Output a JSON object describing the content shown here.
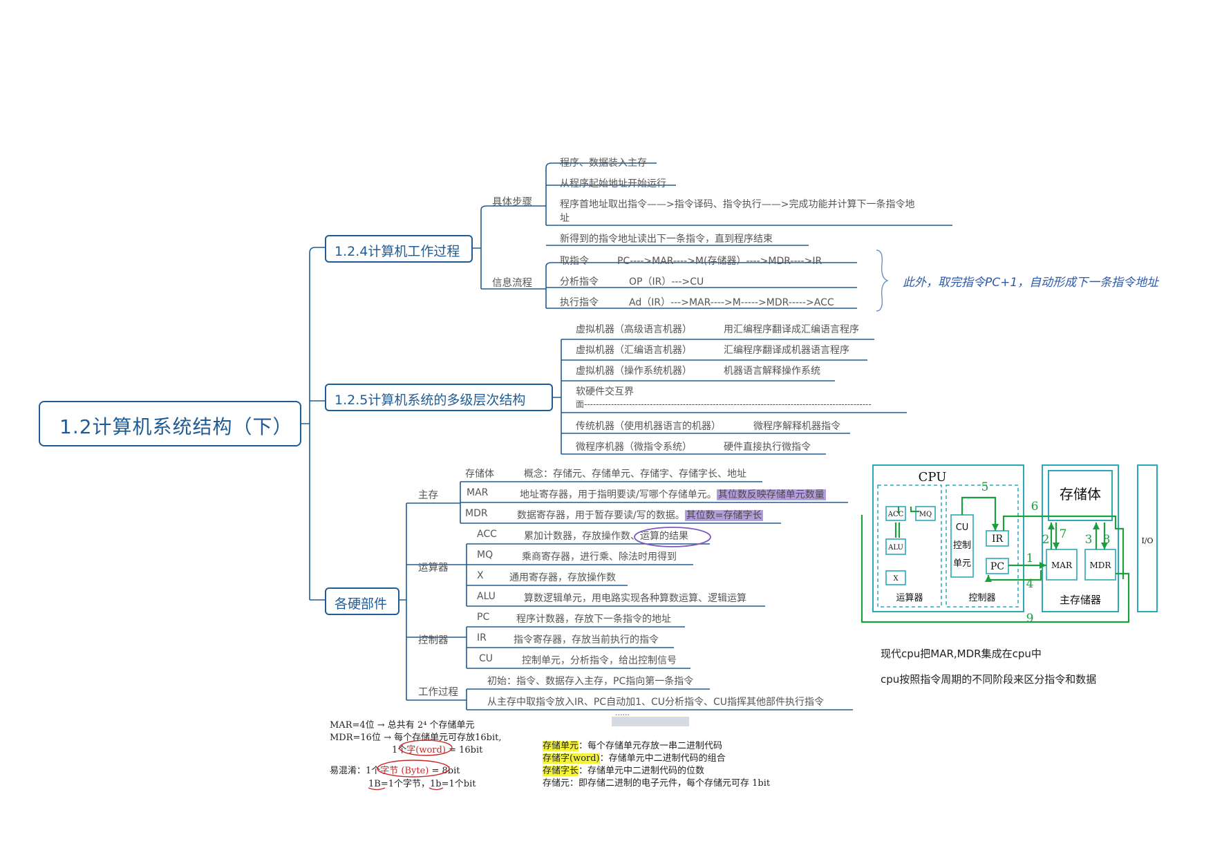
{
  "root": {
    "title": "1.2计算机系统结构（下）"
  },
  "branch_work": {
    "title": "1.2.4计算机工作过程",
    "steps_label": "具体步骤",
    "steps": [
      "程序、数据装入主存",
      "从程序起始地址开始运行",
      "程序首地址取出指令——>指令译码、指令执行——>完成功能并计算下一条指令地",
      "址",
      "新得到的指令地址读出下一条指令，直到程序结束"
    ],
    "flow_label": "信息流程",
    "flow": [
      {
        "name": "取指令",
        "detail": "PC---->MAR---->M(存储器）---->MDR---->IR"
      },
      {
        "name": "分析指令",
        "detail": "OP（IR）--->CU"
      },
      {
        "name": "执行指令",
        "detail": "Ad（IR）--->MAR---->M----->MDR----->ACC"
      }
    ],
    "flow_note": "此外，取完指令PC+1，自动形成下一条指令地址"
  },
  "branch_levels": {
    "title": "1.2.5计算机系统的多级层次结构",
    "rows": [
      {
        "name": "虚拟机器（高级语言机器）",
        "desc": "用汇编程序翻译成汇编语言程序"
      },
      {
        "name": "虚拟机器（汇编语言机器）",
        "desc": "汇编程序翻译成机器语言程序"
      },
      {
        "name": "虚拟机器（操作系统机器）",
        "desc": "机器语言解释操作系统"
      },
      {
        "name": "软硬件交互界",
        "desc": "面------------------------------------------------------------------------------------------------"
      },
      {
        "name": "传统机器（使用机器语言的机器）",
        "desc": "微程序解释机器指令"
      },
      {
        "name": "微程序机器（微指令系统）",
        "desc": "硬件直接执行微指令"
      }
    ]
  },
  "branch_hw": {
    "title": "各硬部件",
    "main_memory": {
      "label": "主存",
      "storage_body": {
        "name": "存储体",
        "desc": "概念：存储元、存储单元、存储字、存储字长、地址"
      },
      "mar": {
        "name": "MAR",
        "desc": "地址寄存器，用于指明要读/写哪个存储单元。",
        "highlight": "其位数反映存储单元数量"
      },
      "mdr": {
        "name": "MDR",
        "desc": "数据寄存器，用于暂存要读/写的数据。",
        "highlight": "其位数=存储字长"
      }
    },
    "alu_unit": {
      "label": "运算器",
      "acc": {
        "name": "ACC",
        "desc": "累加计数器，存放操作数、",
        "circled": "运算的结果"
      },
      "items": [
        {
          "name": "MQ",
          "desc": "乘商寄存器，进行乘、除法时用得到"
        },
        {
          "name": "X",
          "desc": "通用寄存器，存放操作数"
        },
        {
          "name": "ALU",
          "desc": "算数逻辑单元，用电路实现各种算数运算、逻辑运算"
        }
      ]
    },
    "controller": {
      "label": "控制器",
      "items": [
        {
          "name": "PC",
          "desc": "程序计数器，存放下一条指令的地址"
        },
        {
          "name": "IR",
          "desc": "指令寄存器，存放当前执行的指令"
        },
        {
          "name": "CU",
          "desc": "控制单元，分析指令，给出控制信号"
        }
      ]
    },
    "process": {
      "label": "工作过程",
      "items": [
        "初始：指令、数据存入主存，PC指向第一条指令",
        "从主存中取指令放入IR、PC自动加1、CU分析指令、CU指挥其他部件执行指令"
      ],
      "more": "......"
    }
  },
  "diagram": {
    "cpu": "CPU",
    "storage": "存储体",
    "io": "I/O",
    "acc": "ACC",
    "mq": "MQ",
    "alu": "ALU",
    "x": "X",
    "cu_lines": [
      "CU",
      "控制",
      "单元"
    ],
    "ir": "IR",
    "pc": "PC",
    "mar": "MAR",
    "mdr": "MDR",
    "alu_unit": "运算器",
    "controller": "控制器",
    "main_memory": "主存储器",
    "steps": [
      "1",
      "2",
      "3",
      "4",
      "5",
      "6",
      "7",
      "8",
      "9"
    ],
    "colors": {
      "teal": "#2aa7b8",
      "green": "#1b9e3e"
    }
  },
  "captions": [
    "现代cpu把MAR,MDR集成在cpu中",
    "cpu按照指令周期的不同阶段来区分指令和数据"
  ],
  "handwritten": {
    "mar_line": "MAR=4位 → 总共有 2⁴ 个存储单元",
    "mdr_line": "MDR=16位 → 每个存储单元可存放16bit,",
    "word_pre": "1个",
    "word_circled": "字(word)",
    "word_post": "= 16bit",
    "confuse_pre": "易混淆：1个",
    "byte_circled": "字节 (Byte)",
    "byte_post": "= 8bit",
    "unit_line": "1B=1个字节，1b=1个bit",
    "defs": [
      {
        "term": "存储单元",
        "text": "：每个存储单元存放一串二进制代码",
        "hl": true
      },
      {
        "term": "存储字(word)",
        "text": "：存储单元中二进制代码的组合",
        "hl": true
      },
      {
        "term": "存储字长",
        "text": "：存储单元中二进制代码的位数",
        "hl": true
      },
      {
        "term": "存储元",
        "text": "：即存储二进制的电子元件，每个存储元可存 1bit",
        "hl": false
      }
    ]
  }
}
